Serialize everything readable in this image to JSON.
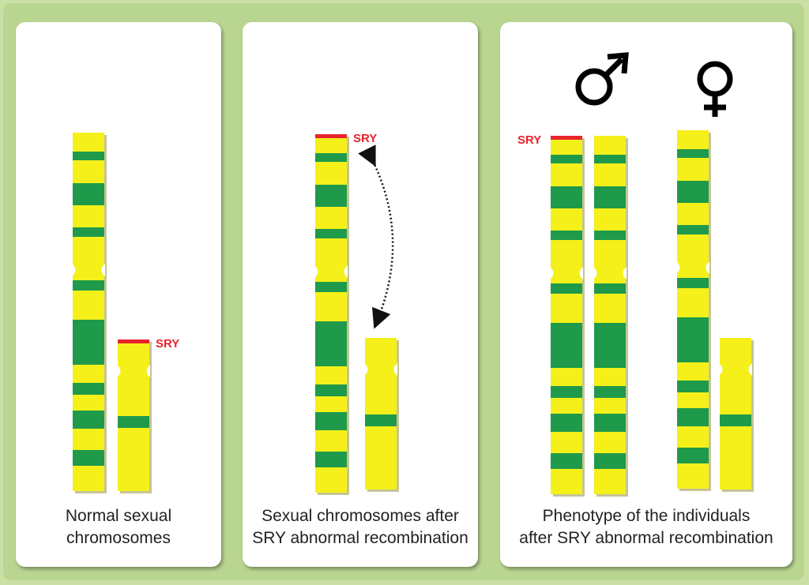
{
  "panels": [
    {
      "caption_line1": "Normal sexual",
      "caption_line2": "chromosomes"
    },
    {
      "caption_line1": "Sexual chromosomes after",
      "caption_line2": "SRY abnormal recombination"
    },
    {
      "caption_line1": "Phenotype of the individuals",
      "caption_line2": "after SRY abnormal recombination"
    }
  ],
  "gene_label": "SRY",
  "symbols": {
    "male": "male-symbol",
    "female": "female-symbol"
  },
  "colors": {
    "chromosome": "#f5f01a",
    "band": "#1e9a4a",
    "sry": "#e8242c",
    "background": "#c9dfa4"
  }
}
